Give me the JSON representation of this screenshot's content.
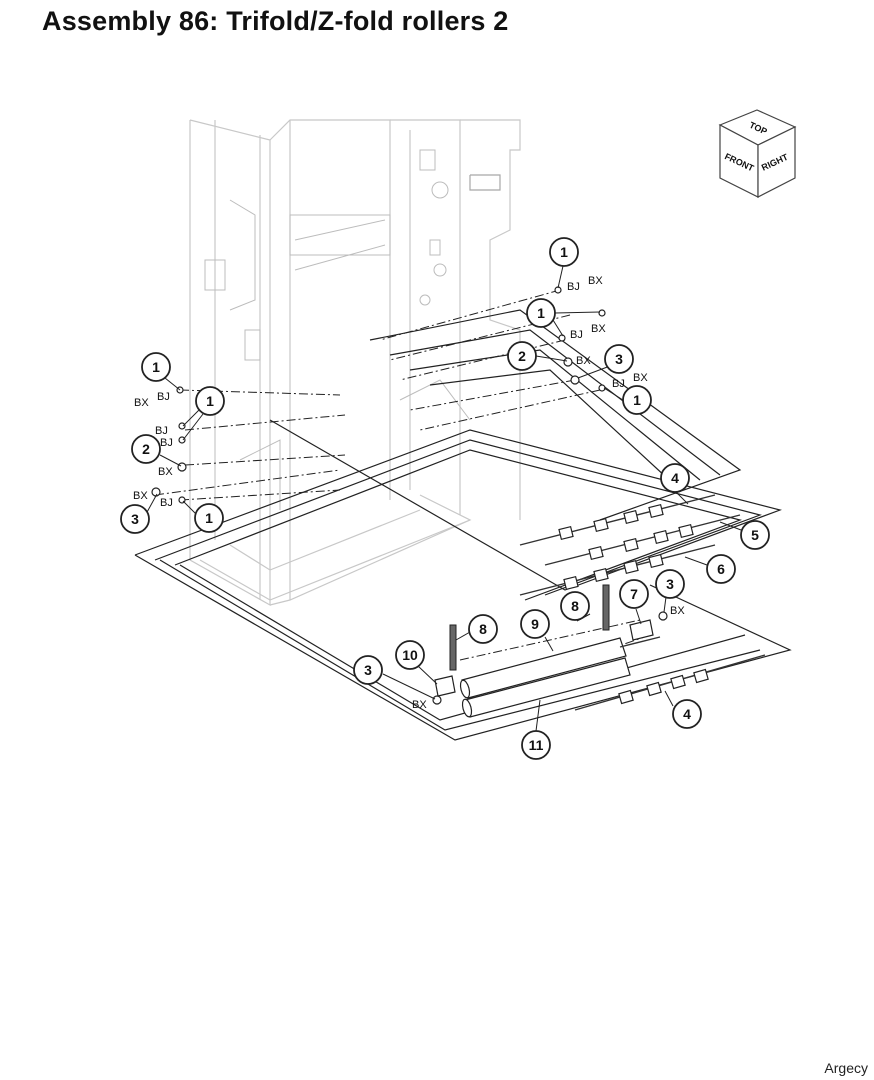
{
  "page": {
    "title": "Assembly 86: Trifold/Z-fold rollers 2",
    "watermark": "Argecy"
  },
  "orientation_cube": {
    "top": "TOP",
    "front": "FRONT",
    "right": "RIGHT"
  },
  "callouts": [
    {
      "id": "c1",
      "label": "1"
    },
    {
      "id": "c2",
      "label": "1"
    },
    {
      "id": "c3",
      "label": "2"
    },
    {
      "id": "c4",
      "label": "3"
    },
    {
      "id": "c5",
      "label": "1"
    },
    {
      "id": "c6",
      "label": "1"
    },
    {
      "id": "c7",
      "label": "1"
    },
    {
      "id": "c8",
      "label": "2"
    },
    {
      "id": "c9",
      "label": "3"
    },
    {
      "id": "c10",
      "label": "1"
    },
    {
      "id": "c11",
      "label": "4"
    },
    {
      "id": "c12",
      "label": "5"
    },
    {
      "id": "c13",
      "label": "6"
    },
    {
      "id": "c14",
      "label": "3"
    },
    {
      "id": "c15",
      "label": "8"
    },
    {
      "id": "c16",
      "label": "7"
    },
    {
      "id": "c17",
      "label": "8"
    },
    {
      "id": "c18",
      "label": "9"
    },
    {
      "id": "c19",
      "label": "10"
    },
    {
      "id": "c20",
      "label": "3"
    },
    {
      "id": "c21",
      "label": "4"
    },
    {
      "id": "c22",
      "label": "11"
    }
  ],
  "ref_labels": {
    "bj": "BJ",
    "bx": "BX"
  }
}
